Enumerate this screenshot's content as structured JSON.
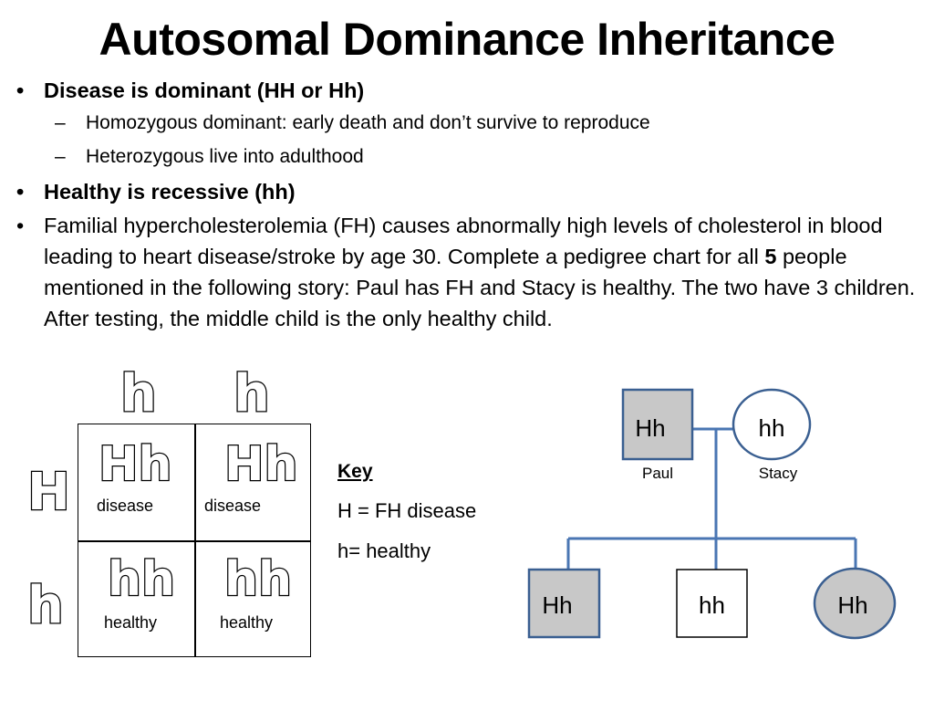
{
  "title": "Autosomal Dominance Inheritance",
  "bullets": {
    "b1": "Disease is dominant (HH or Hh)",
    "b1_sub1": "Homozygous dominant: early death and don’t survive to reproduce",
    "b1_sub2": "Heterozygous live into adulthood",
    "b2": "Healthy is recessive (hh)",
    "b3_pre": "Familial hypercholesterolemia (FH) causes abnormally high levels of cholesterol in blood leading to heart disease/stroke by age 30. Complete a pedigree chart for all ",
    "b3_num": "5",
    "b3_post": " people mentioned in the following story: Paul has FH and Stacy is healthy. The two have 3 children. After testing, the middle child is the only healthy child."
  },
  "punnett": {
    "top_alleles": [
      "h",
      "h"
    ],
    "side_alleles": [
      "H",
      "h"
    ],
    "cells": [
      {
        "genotype": "Hh",
        "label": "disease"
      },
      {
        "genotype": "Hh",
        "label": "disease"
      },
      {
        "genotype": "hh",
        "label": "healthy"
      },
      {
        "genotype": "hh",
        "label": "healthy"
      }
    ]
  },
  "key": {
    "heading": "Key",
    "line1": "H = FH disease",
    "line2": "h= healthy"
  },
  "pedigree": {
    "father": {
      "genotype": "Hh",
      "name": "Paul"
    },
    "mother": {
      "genotype": "hh",
      "name": "Stacy"
    },
    "children": [
      {
        "genotype": "Hh"
      },
      {
        "genotype": "hh"
      },
      {
        "genotype": "Hh"
      }
    ],
    "colors": {
      "line": "#4a76b3",
      "affected_fill": "#c8c8c8",
      "border": "#3a5f91"
    }
  }
}
